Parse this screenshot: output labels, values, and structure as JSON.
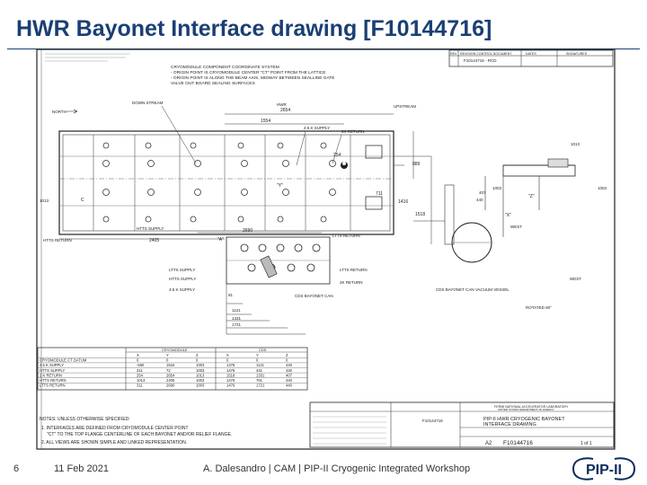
{
  "slide": {
    "title": "HWR Bayonet Interface drawing [F10144716]",
    "page_number": "6",
    "date": "11 Feb 2021",
    "footer_text": "A. Dalesandro | CAM | PIP-II Cryogenic Integrated Workshop",
    "logo_text": "PIP-II"
  },
  "drawing": {
    "revision_header": [
      "REV",
      "REVISION CONTROL DOCUMENT",
      "DATES",
      "SIGNATURES"
    ],
    "revision_value": "F10144716 - RCD",
    "note_block": [
      "CRYOMODULE COMPONENT COORDINATE SYSTEM",
      "- ORIGIN POINT IS CRYOMODULE CENTER \"CT\" POINT FROM THE LATTICE",
      "- ORIGIN POINT IS ALONG THE BEAM AXIS, MIDWAY BETWEEN SEALLINE GATE",
      "VALVE OUT BOARD SEALING SURFACES"
    ],
    "labels": {
      "downstream": "DOWN STREAM",
      "north": "NORTH",
      "upstream": "UPSTREAM",
      "hwr": "HWR",
      "supply_45k": "4.5 K SUPPLY",
      "return_2k": "2K RETURN",
      "htts_supply": "HTTS SUPPLY",
      "htts_return": "HTTS RETURN",
      "ltts_return": "LTTS RETURN",
      "ltts_supply": "LTTS SUPPLY",
      "k2_return": "2K RETURN",
      "supply_45k_b": "4.5 K SUPPLY",
      "cds_bayonet_can": "CDS BAYONET CAN",
      "vacuum_vessel": "CDS BAYONET CAN VACUUM VESSEL",
      "rotated": "ROTATED 90°",
      "west": "WEST",
      "view_x": "\"X\"",
      "view_y": "\"Y\"",
      "view_z": "\"Z\"",
      "view_a": "\"A\""
    },
    "dimensions": [
      "2654",
      "1554",
      "254",
      "889",
      "711",
      "1416",
      "1518",
      "2690",
      "2405",
      "76",
      "1013",
      "1003",
      "407",
      "440",
      "72",
      "81",
      "1121",
      "1331",
      "1721"
    ],
    "table": {
      "group_headers": [
        "CRYOMODULE",
        "CDS"
      ],
      "columns": [
        "",
        "X",
        "Y",
        "Z",
        "X",
        "Y",
        "Z"
      ],
      "rows": [
        [
          "CRYOMODULE CT DATUM",
          "0",
          "0",
          "0",
          "0",
          "0",
          "0"
        ],
        [
          "4.5 K SUPPLY",
          "-550",
          "1534",
          "1003",
          "1476",
          "1121",
          "440"
        ],
        [
          "HTTS SUPPLY",
          "311",
          "72",
          "1003",
          "1476",
          "441",
          "440"
        ],
        [
          "2 K RETURN",
          "254",
          "2654",
          "1013",
          "1518",
          "1331",
          "407"
        ],
        [
          "HTTS RETURN",
          "1013",
          "2405",
          "1003",
          "1476",
          "761",
          "440"
        ],
        [
          "LTTS RETURN",
          "311",
          "2690",
          "1003",
          "1476",
          "1721",
          "440"
        ]
      ]
    },
    "notes": [
      "NOTES: UNLESS OTHERWISE SPECIFIED:",
      "1. INTERFACES ARE DEFINED FROM CRYOMODULE CENTER POINT",
      "\"CT\" TO THE TOP FLANGE CENTERLINE OF EACH BAYONET AND/OR RELIEF FLANGE.",
      "2. ALL VIEWS ARE SHOWN SIMPLE AND LINKED REPRESENTATION."
    ],
    "title_block": {
      "lab": "FERMI NATIONAL ACCELERATOR LABORATORY",
      "dept": "UNITED STATES DEPARTMENT OF ENERGY",
      "title_line1": "PIP-II HWR CRYOGENIC BAYONET",
      "title_line2": "INTERFACE DRAWING",
      "drawing_number": "F10144716",
      "sheet": "1 of 1",
      "rev": "A2"
    }
  }
}
